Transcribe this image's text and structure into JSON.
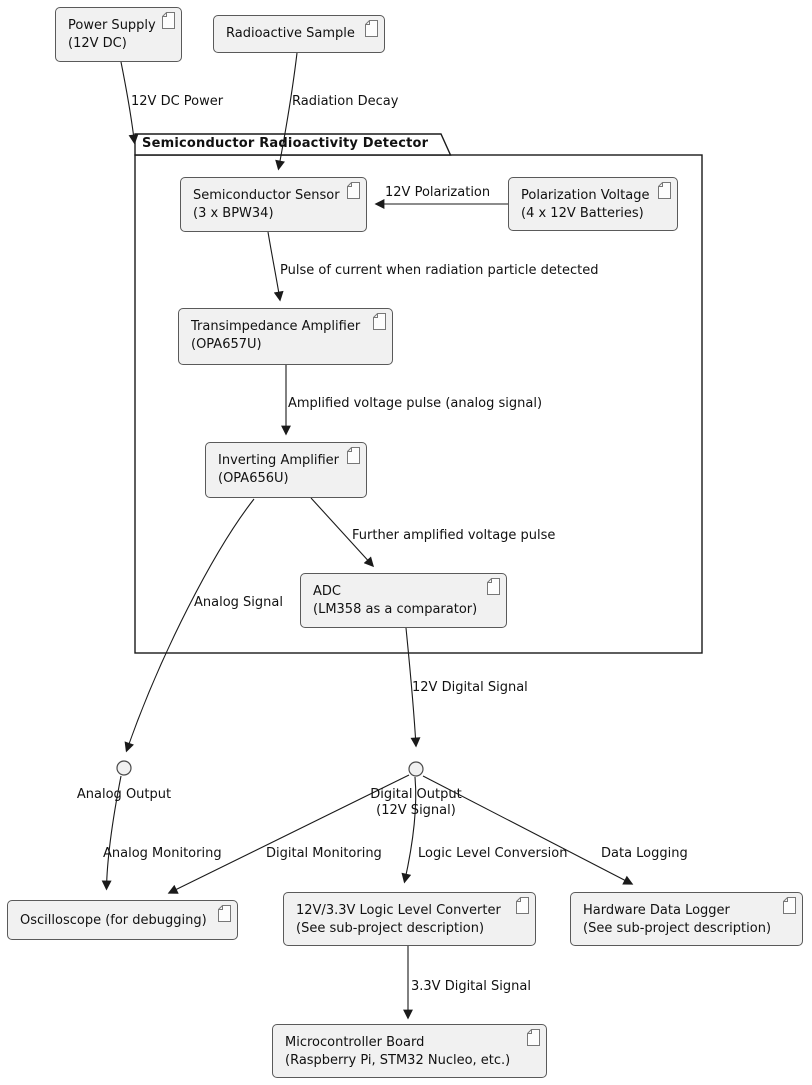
{
  "frame": {
    "title": "Semiconductor Radioactivity Detector"
  },
  "nodes": {
    "power_supply": {
      "line1": "Power Supply",
      "line2": "(12V DC)"
    },
    "radioactive_sample": {
      "line1": "Radioactive Sample"
    },
    "semiconductor_sensor": {
      "line1": "Semiconductor Sensor",
      "line2": "(3 x BPW34)"
    },
    "polarization_voltage": {
      "line1": "Polarization Voltage",
      "line2": "(4 x 12V Batteries)"
    },
    "transimpedance_amplifier": {
      "line1": "Transimpedance Amplifier",
      "line2": "(OPA657U)"
    },
    "inverting_amplifier": {
      "line1": "Inverting Amplifier",
      "line2": "(OPA656U)"
    },
    "adc": {
      "line1": "ADC",
      "line2": "(LM358 as a comparator)"
    },
    "oscilloscope": {
      "line1": "Oscilloscope (for debugging)"
    },
    "logic_level_converter": {
      "line1": "12V/3.3V Logic Level Converter",
      "line2": "(See sub-project description)"
    },
    "hardware_data_logger": {
      "line1": "Hardware Data Logger",
      "line2": "(See sub-project description)"
    },
    "microcontroller_board": {
      "line1": "Microcontroller Board",
      "line2": "(Raspberry Pi, STM32 Nucleo, etc.)"
    }
  },
  "ports": {
    "analog_output": {
      "line1": "Analog Output"
    },
    "digital_output": {
      "line1": "Digital Output",
      "line2": "(12V Signal)"
    }
  },
  "edge_labels": {
    "dc_power": "12V DC Power",
    "radiation_decay": "Radiation Decay",
    "polarization": "12V Polarization",
    "pulse_current": "Pulse of current when radiation particle detected",
    "amplified_pulse": "Amplified voltage pulse (analog signal)",
    "further_amplified": "Further amplified voltage pulse",
    "analog_signal": "Analog Signal",
    "digital_signal_12v": "12V Digital Signal",
    "analog_monitoring": "Analog Monitoring",
    "digital_monitoring": "Digital Monitoring",
    "logic_level_conversion": "Logic Level Conversion",
    "data_logging": "Data Logging",
    "digital_signal_33v": "3.3V Digital Signal"
  },
  "colors": {
    "node_fill": "#f1f1f1",
    "node_border": "#5a5a5a",
    "frame_border": "#1a1a1a",
    "line": "#1a1a1a",
    "text": "#111111",
    "background": "#ffffff"
  }
}
